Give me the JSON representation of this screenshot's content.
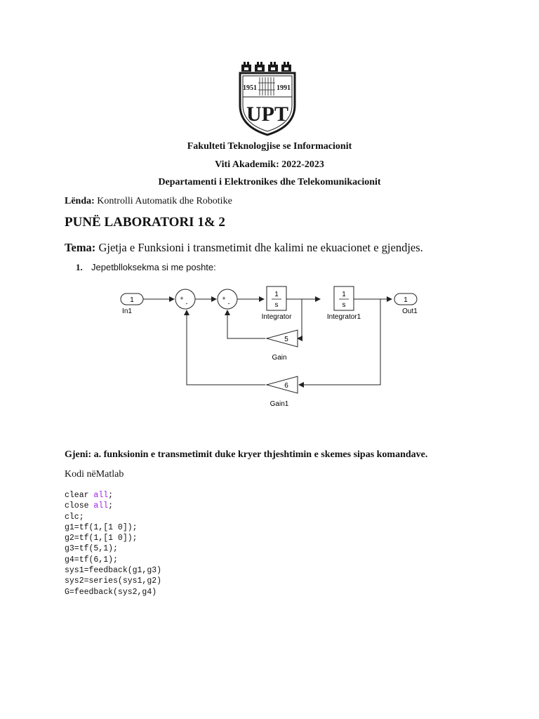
{
  "logo": {
    "year_left": "1951",
    "year_right": "1991",
    "text": "UPT"
  },
  "header": {
    "faculty": "Fakulteti Teknologjise se Informacionit",
    "academic_year": "Viti Akademik: 2022-2023",
    "department": "Departamenti i Elektronikes dhe Telekomunikacionit"
  },
  "subject": {
    "label": "Lënda:",
    "value": "Kontrolli Automatik dhe Robotike"
  },
  "title": "PUNË LABORATORI 1& 2",
  "tema": {
    "label": "Tema:",
    "value": "Gjetja e Funksioni i transmetimit dhe kalimi ne ekuacionet e gjendjes."
  },
  "step1": {
    "number": "1.",
    "text": "Jepetblloksekma si me poshte:"
  },
  "diagram": {
    "in_block": "1",
    "in_label": "In1",
    "out_block": "1",
    "out_label": "Out1",
    "integrator_num": "1",
    "integrator_den": "s",
    "integrator_label": "Integrator",
    "integrator1_num": "1",
    "integrator1_den": "s",
    "integrator1_label": "Integrator1",
    "gain_value": "5",
    "gain_label": "Gain",
    "gain1_value": "6",
    "gain1_label": "Gain1",
    "sum_plus": "+",
    "sum_minus": "-"
  },
  "goal": "Gjeni: a. funksionin e transmetimit duke kryer thjeshtimin e skemes sipas komandave.",
  "code_heading": "Kodi nëMatlab",
  "code": {
    "l1a": "clear ",
    "l1b": "all",
    "l1c": ";",
    "l2a": "close ",
    "l2b": "all",
    "l2c": ";",
    "l3": "clc;",
    "l4": "g1=tf(1,[1 0]);",
    "l5": "g2=tf(1,[1 0]);",
    "l6": "g3=tf(5,1);",
    "l7": "g4=tf(6,1);",
    "l8": "sys1=feedback(g1,g3)",
    "l9": "sys2=series(sys1,g2)",
    "l10": "G=feedback(sys2,g4)"
  },
  "colors": {
    "keyword": "#a020f0",
    "logo": "#1a1a1a"
  }
}
